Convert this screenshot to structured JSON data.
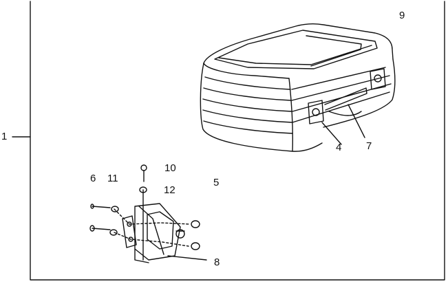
{
  "diagram": {
    "callouts": {
      "c1": "1",
      "c4": "4",
      "c5": "5",
      "c6": "6",
      "c7": "7",
      "c8": "8",
      "c9": "9",
      "c10": "10",
      "c11": "11",
      "c12": "12"
    }
  },
  "colors": {
    "ink": "#111111",
    "paper": "#ffffff"
  }
}
